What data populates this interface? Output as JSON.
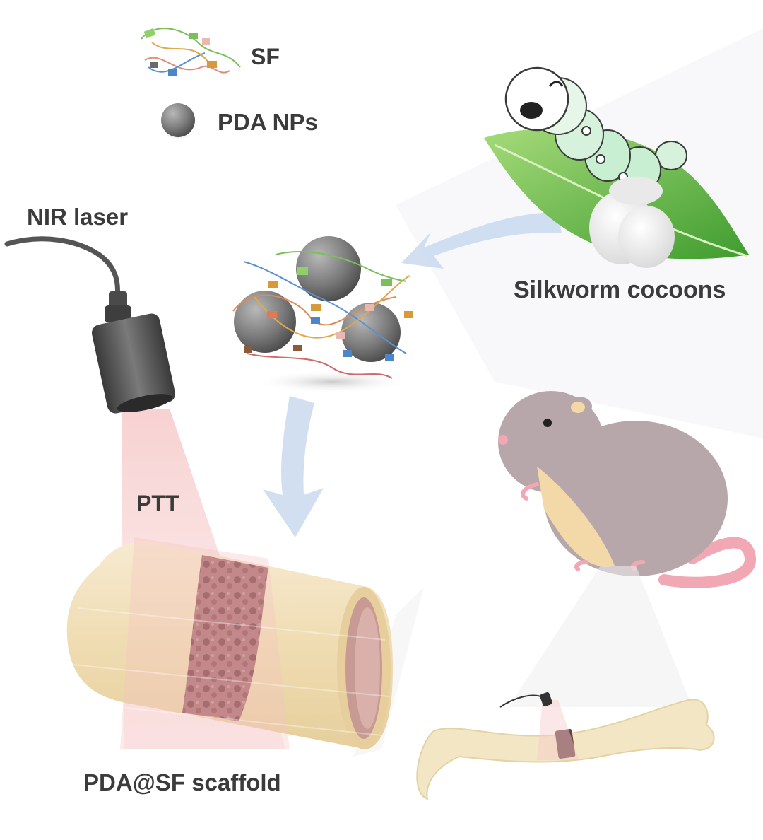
{
  "labels": {
    "sf": "SF",
    "pda_nps": "PDA NPs",
    "nir_laser": "NIR laser",
    "silkworm_cocoons": "Silkworm cocoons",
    "ptt": "PTT",
    "scaffold": "PDA@SF scaffold"
  },
  "colors": {
    "sphere": "#7a7a7a",
    "arrow": "#c9d9ef",
    "bone": "#f3e6c4",
    "scaffold": "#a0666a",
    "laser_beam": "#f6c9c9",
    "leaf": "#6cc04a",
    "silkworm": "#c9efd3",
    "rat_body": "#b8a7aa",
    "rat_belly": "#f3d9a8",
    "rat_tail": "#f2a8b4"
  }
}
